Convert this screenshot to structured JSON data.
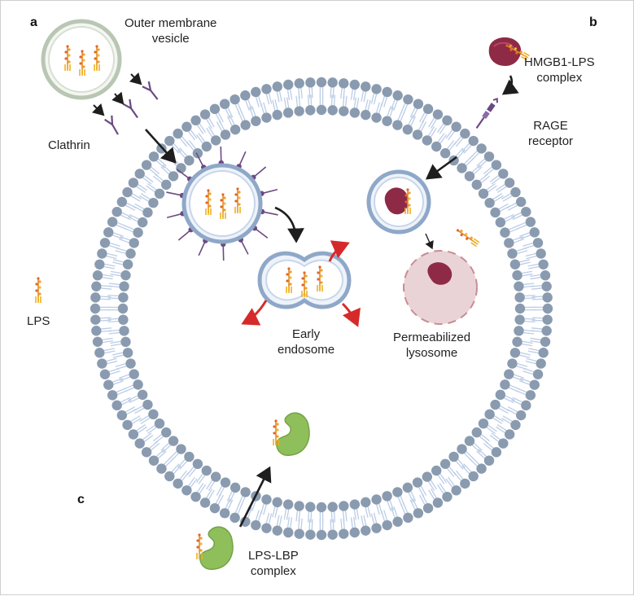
{
  "panels": {
    "a": "a",
    "b": "b",
    "c": "c"
  },
  "labels": {
    "outer_membrane_vesicle": [
      "Outer membrane",
      "vesicle"
    ],
    "clathrin": "Clathrin",
    "lps": "LPS",
    "hmgb1_lps_complex": [
      "HMGB1-LPS",
      "complex"
    ],
    "rage_receptor": [
      "RAGE",
      "receptor"
    ],
    "early_endosome": [
      "Early",
      "endosome"
    ],
    "permeabilized_lysosome": [
      "Permeabilized",
      "lysosome"
    ],
    "lps_lbp_complex": [
      "LPS-LBP",
      "complex"
    ]
  },
  "colors": {
    "membrane_heads": "#8a9bb0",
    "membrane_tails": "#bccde6",
    "vesicle_fill": "#ffffff",
    "vesicle_ring": "#8fa8c8",
    "omv_ring": "#b9c6b3",
    "clathrin": "#6b4a82",
    "hmgb1": "#8e2a45",
    "lbp": "#8fbf5a",
    "lysosome": "#e9d3d6",
    "release_arrow": "#d62a2a",
    "arrow": "#1e1e1e"
  }
}
